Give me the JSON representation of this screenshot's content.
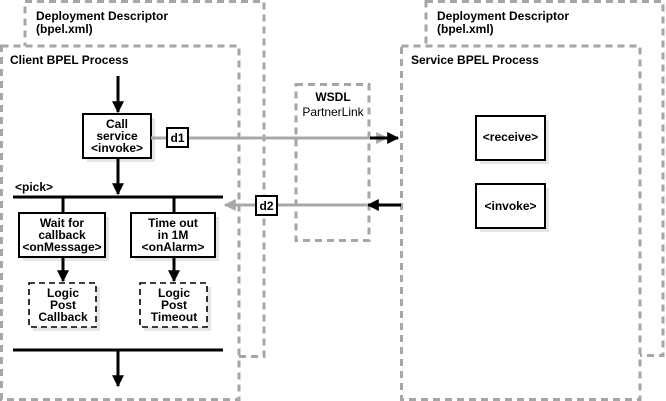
{
  "diagram": {
    "left_descriptor": {
      "title": "Deployment Descriptor",
      "subtitle": "(bpel.xml)"
    },
    "right_descriptor": {
      "title": "Deployment Descriptor",
      "subtitle": "(bpel.xml)"
    },
    "client_process": {
      "title": "Client BPEL Process",
      "call_box": [
        "Call",
        "service",
        "<invoke>"
      ],
      "pick_label": "<pick>",
      "on_message_box": [
        "Wait for",
        "callback",
        "<onMessage>"
      ],
      "on_alarm_box": [
        "Time out",
        "in 1M",
        "<onAlarm>"
      ],
      "logic_callback_box": [
        "Logic",
        "Post",
        "Callback"
      ],
      "logic_timeout_box": [
        "Logic",
        "Post",
        "Timeout"
      ]
    },
    "wsdl": {
      "title": "WSDL",
      "subtitle": "PartnerLink"
    },
    "service_process": {
      "title": "Service BPEL Process",
      "receive_box": "<receive>",
      "invoke_box": "<invoke>"
    },
    "messages": {
      "d1": "d1",
      "d2": "d2"
    },
    "colors": {
      "dashed_border": "#a6a6a6",
      "message_line": "#a8a8a8",
      "flow_line": "#000000",
      "shadow": "#e6e6e6"
    }
  }
}
